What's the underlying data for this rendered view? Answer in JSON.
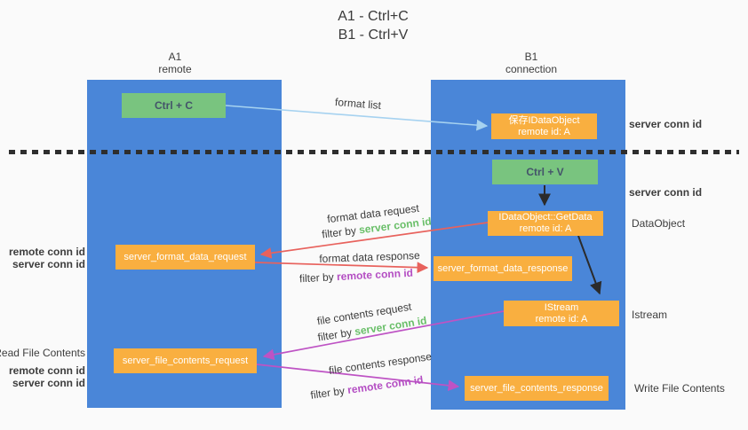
{
  "title": {
    "line1": "A1 - Ctrl+C",
    "line2": "B1 - Ctrl+V"
  },
  "lanes": {
    "a1": {
      "name": "A1",
      "role": "remote"
    },
    "b1": {
      "name": "B1",
      "role": "connection"
    }
  },
  "nodes": {
    "ctrl_c": {
      "label": "Ctrl + C"
    },
    "save_idataobject": {
      "line1": "保存IDataObject",
      "line2": "remote id: A"
    },
    "ctrl_v": {
      "label": "Ctrl + V"
    },
    "getdata": {
      "line1": "IDataObject::GetData",
      "line2": "remote id: A"
    },
    "format_request": {
      "label": "server_format_data_request"
    },
    "format_response": {
      "label": "server_format_data_response"
    },
    "istream": {
      "line1": "IStream",
      "line2": "remote id: A"
    },
    "file_request": {
      "label": "server_file_contents_request"
    },
    "file_response": {
      "label": "server_file_contents_response"
    }
  },
  "edge_labels": {
    "format_list": "format list",
    "format_data_request": "format data request",
    "format_data_response": "format data response",
    "file_contents_request": "file contents request",
    "file_contents_response": "file contents response",
    "filter_by": "filter by ",
    "server_conn_id": "server conn id",
    "remote_conn_id": "remote conn id"
  },
  "side_labels": {
    "remote_conn_id": "remote conn id",
    "server_conn_id": "server conn id",
    "read_file_contents": "Read File Contents",
    "write_file_contents": "Write File Contents",
    "dataobject": "DataObject",
    "istream": "Istream"
  },
  "colors": {
    "lane_blue": "#4A86D8",
    "action_green": "#79C47F",
    "message_orange": "#F9AF40",
    "request_red": "#E8625D",
    "response_magenta": "#BE53C4",
    "format_list_blue": "#A6D2F0",
    "conn_id_green": "#6ABF69",
    "conn_id_purple": "#B44EC3"
  }
}
